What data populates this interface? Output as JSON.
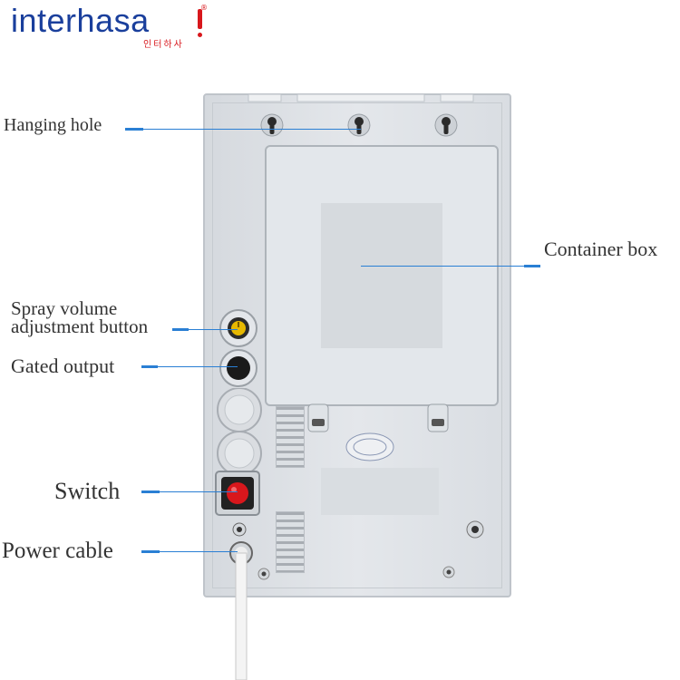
{
  "brand": {
    "name": "interhasa",
    "subtitle": "인터하사"
  },
  "labels": {
    "hanging_hole": "Hanging hole",
    "container_box": "Container box",
    "spray_volume_line1": "Spray volume",
    "spray_volume_line2": "adjustment button",
    "gated_output": "Gated output",
    "switch": "Switch",
    "power_cable": "Power cable"
  },
  "colors": {
    "brand_blue": "#1a3f9c",
    "brand_red": "#d8171c",
    "leader_blue": "#2a7fd4",
    "adjust_knob": "#e6b800",
    "switch_red": "#d8171c"
  }
}
